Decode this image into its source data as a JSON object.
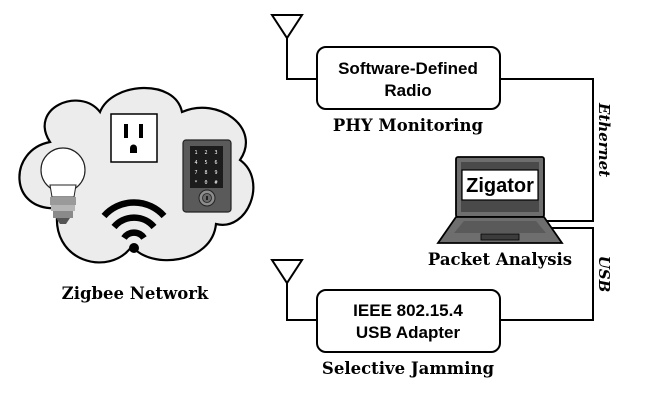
{
  "network": {
    "caption": "Zigbee Network",
    "devices": [
      "light-bulb-icon",
      "power-outlet-icon",
      "smart-lock-icon",
      "wifi-icon"
    ],
    "keypad_keys": [
      "1",
      "2",
      "3",
      "4",
      "5",
      "6",
      "7",
      "8",
      "9",
      "*",
      "0",
      "#"
    ]
  },
  "sdr": {
    "title_line1": "Software-Defined",
    "title_line2": "Radio",
    "caption": "PHY Monitoring"
  },
  "laptop": {
    "screen_text": "Zigator",
    "caption": "Packet Analysis"
  },
  "usb_adapter": {
    "title_line1": "IEEE 802.15.4",
    "title_line2": "USB Adapter",
    "caption": "Selective Jamming"
  },
  "links": {
    "ethernet": "Ethernet",
    "usb": "USB"
  }
}
